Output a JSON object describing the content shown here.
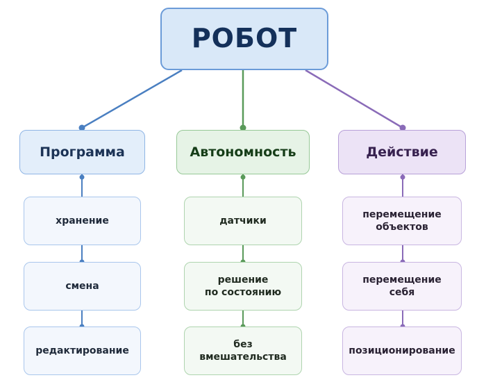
{
  "root": {
    "label": "РОБОТ"
  },
  "branches": [
    {
      "label": "Программа",
      "color": "#4a7fc1",
      "items": [
        "хранение",
        "смена",
        "редактирование"
      ]
    },
    {
      "label": "Автономность",
      "color": "#5a9a5a",
      "items": [
        "датчики",
        "решение\nпо состоянию",
        "без\nвмешательства"
      ]
    },
    {
      "label": "Действие",
      "color": "#8a6bb8",
      "items": [
        "перемещение\nобъектов",
        "перемещение\nсебя",
        "позиционирование"
      ]
    }
  ]
}
